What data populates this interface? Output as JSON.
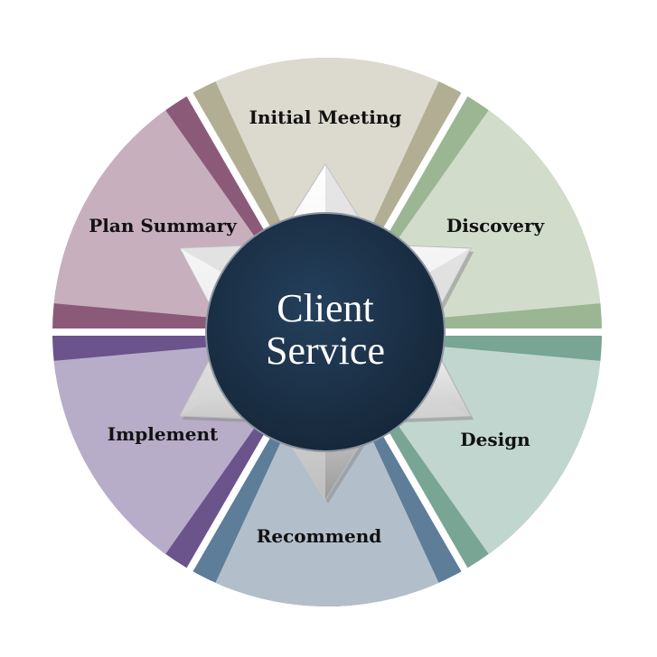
{
  "center": {
    "line1": "Client",
    "line2": "Service",
    "color": "#1b3048"
  },
  "segments": [
    {
      "key": "initial-meeting",
      "label": "Initial Meeting",
      "fill": "#dcdace",
      "band": "#b1ae94"
    },
    {
      "key": "discovery",
      "label": "Discovery",
      "fill": "#d1dccb",
      "band": "#9ab692"
    },
    {
      "key": "design",
      "label": "Design",
      "fill": "#c0d6cf",
      "band": "#78a594"
    },
    {
      "key": "recommend",
      "label": "Recommend",
      "fill": "#b2bfcb",
      "band": "#5d7d99"
    },
    {
      "key": "implement",
      "label": "Implement",
      "fill": "#b8adc8",
      "band": "#6b538b"
    },
    {
      "key": "plan-summary",
      "label": "Plan Summary",
      "fill": "#c8afbe",
      "band": "#8b5a78"
    }
  ],
  "star": {
    "color": "#ffffff",
    "shade": "#8c8c8c"
  }
}
